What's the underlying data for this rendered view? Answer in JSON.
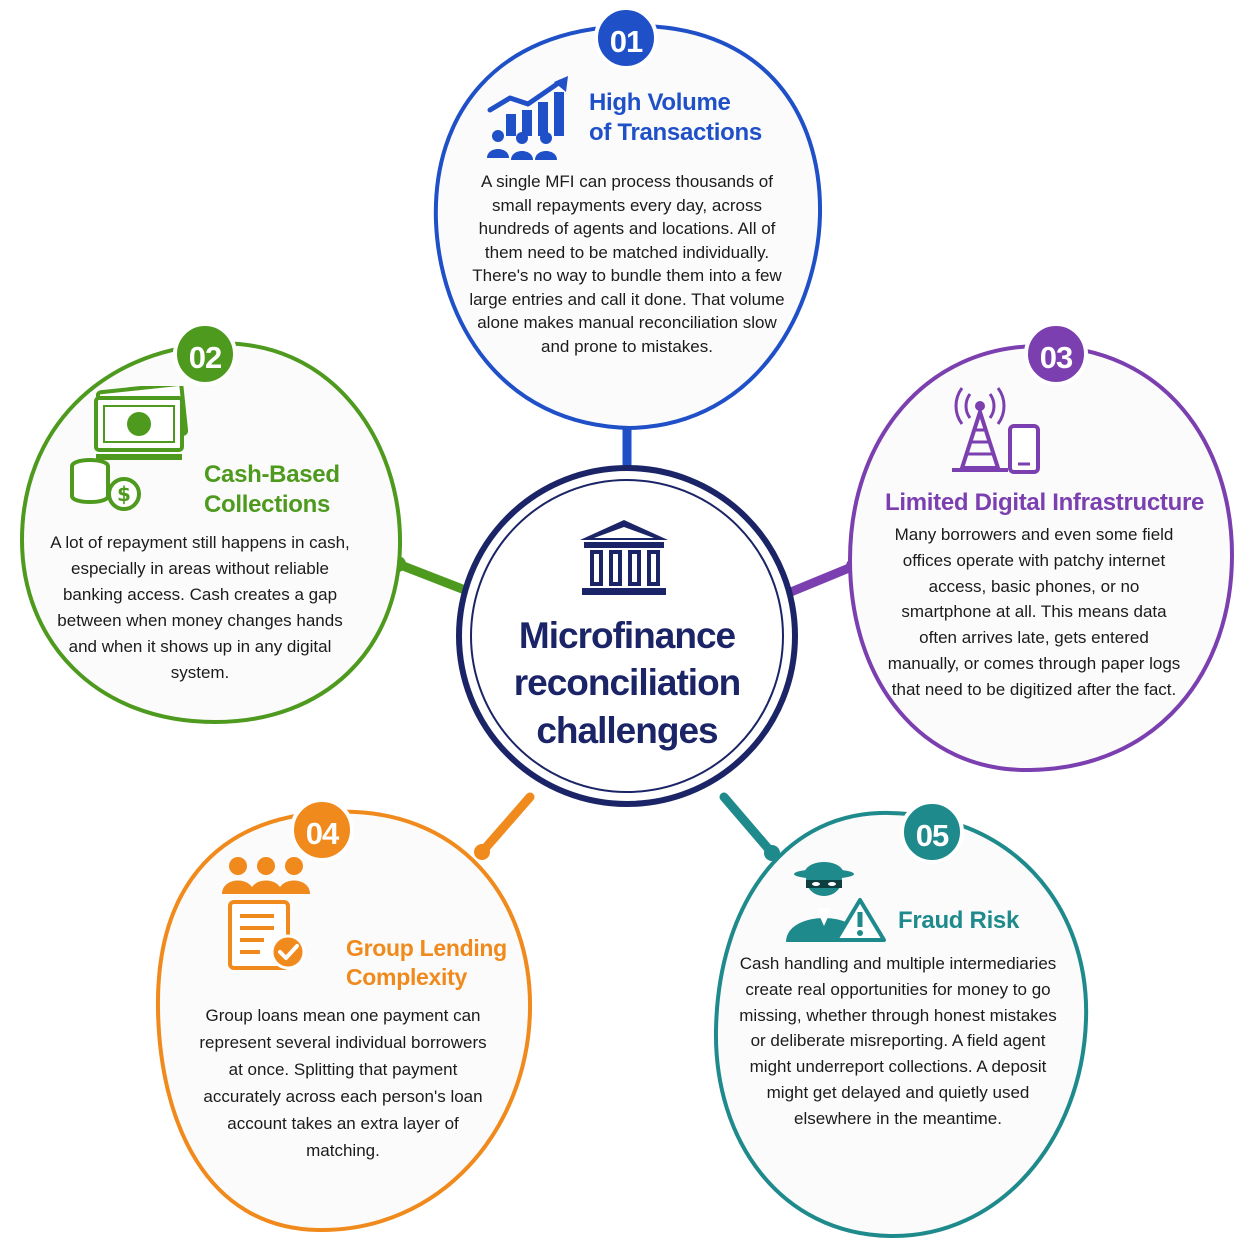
{
  "center": {
    "title": "Microfinance reconciliation challenges",
    "color": "#1a2466"
  },
  "challenges": [
    {
      "number": "01",
      "title_line1": "High Volume",
      "title_line2": "of Transactions",
      "body": "A single MFI can process thousands of small repayments every day, across hundreds of agents and locations. All of them need to be matched individually. There's no way to bundle them into a few large entries and call it done. That volume alone makes manual reconciliation slow and prone to mistakes.",
      "color": "#1f50c8",
      "icon": "growth-chart-people-icon"
    },
    {
      "number": "02",
      "title_line1": "Cash-Based",
      "title_line2": "Collections",
      "body": "A lot of repayment still happens in cash, especially in areas without reliable banking access. Cash creates a gap between when money changes hands and when it shows up in any digital system.",
      "color": "#4e9a1e",
      "icon": "cash-stack-coins-icon"
    },
    {
      "number": "03",
      "title_line1": "Limited Digital Infrastructure",
      "title_line2": "",
      "body": "Many borrowers and even some field offices operate with patchy internet access, basic phones, or no smartphone at all. This means data often arrives late, gets entered manually, or comes through paper logs that need to be digitized after the fact.",
      "color": "#7b3fb0",
      "icon": "signal-tower-phone-icon"
    },
    {
      "number": "04",
      "title_line1": "Group Lending",
      "title_line2": "Complexity",
      "body": "Group loans mean one payment can represent several individual borrowers at once. Splitting that payment accurately across each person's loan account takes an extra layer of matching.",
      "color": "#f08a1c",
      "icon": "group-checklist-icon"
    },
    {
      "number": "05",
      "title_line1": "Fraud Risk",
      "title_line2": "",
      "body": "Cash handling and multiple intermediaries create real opportunities for money to go missing, whether through honest mistakes or deliberate misreporting. A field agent might underreport collections. A deposit might get delayed and quietly used elsewhere in the meantime.",
      "color": "#1f8a8c",
      "icon": "masked-thief-warning-icon"
    }
  ]
}
